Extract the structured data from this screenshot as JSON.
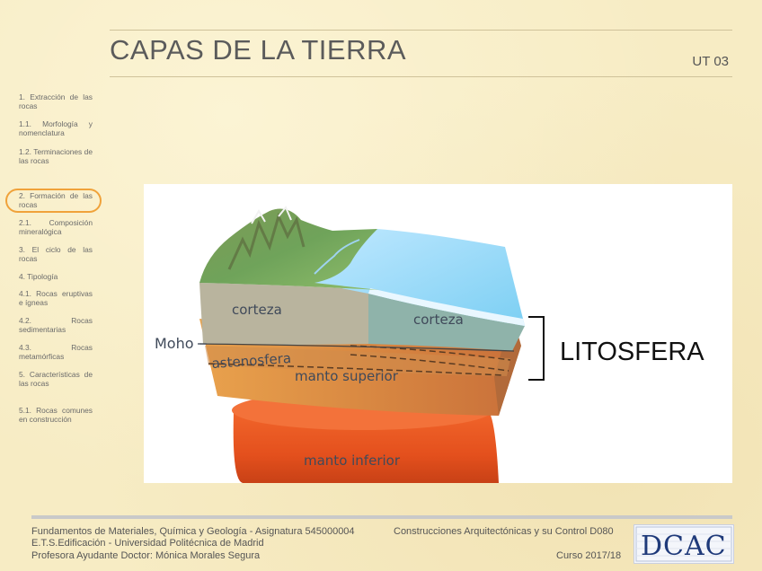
{
  "header": {
    "title": "CAPAS DE LA TIERRA",
    "unit": "UT 03"
  },
  "sidebar": {
    "items": [
      {
        "label": "1. Extracción de las rocas"
      },
      {
        "label": "1.1. Morfología y nomenclatura"
      },
      {
        "label": "1.2. Terminaciones de las rocas"
      },
      {
        "label": "2. Formación de las rocas"
      },
      {
        "label": "2.1. Composición mineralógica"
      },
      {
        "label": "3. El ciclo de las rocas"
      },
      {
        "label": "4. Tipología"
      },
      {
        "label": "4.1. Rocas eruptivas e ígneas"
      },
      {
        "label": "4.2. Rocas sedimentarias"
      },
      {
        "label": "4.3. Rocas metamórficas"
      },
      {
        "label": "5. Características de las rocas"
      },
      {
        "label": "5.1. Rocas comunes en construcción"
      }
    ],
    "active_index": 3,
    "highlight_color": "#f0a23a"
  },
  "figure": {
    "labels": {
      "corteza_continental": "corteza",
      "corteza_oceanica": "corteza",
      "moho": "Moho",
      "astenosfera": "astenosfera",
      "manto_superior": "manto superior",
      "manto_inferior": "manto inferior",
      "litosfera": "LITOSFERA"
    }
  },
  "footer": {
    "course": "Fundamentos de Materiales, Química y Geología - Asignatura 545000004",
    "school": "E.T.S.Edificación - Universidad Politécnica de Madrid",
    "professor": "Profesora Ayudante Doctor: Mónica Morales Segura",
    "department": "Construcciones Arquitectónicas y su Control D080",
    "year": "Curso 2017/18",
    "logo_text": "DCAC"
  },
  "colors": {
    "background": "#f7ecc4",
    "title": "#5b5b5b",
    "highlight": "#f0a23a"
  }
}
